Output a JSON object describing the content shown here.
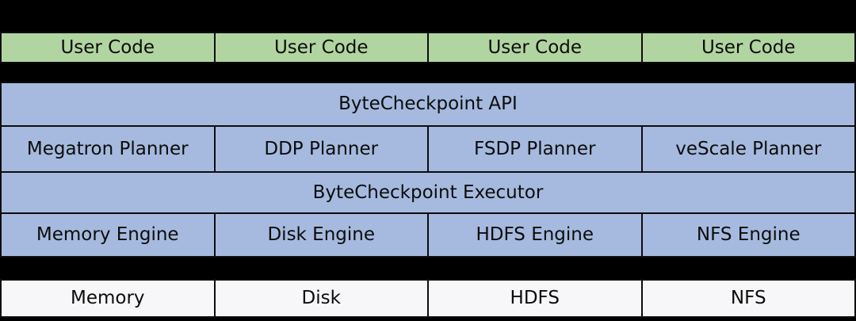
{
  "colors": {
    "background": "#000000",
    "user_layer_fill": "#b1d5a0",
    "core_layer_fill": "#a5bade",
    "storage_layer_fill": "#f7f7f9",
    "cell_border": "#0d0d0d",
    "text": "#0c0c0c"
  },
  "layers": {
    "user_code": {
      "cells": [
        "User Code",
        "User Code",
        "User Code",
        "User Code"
      ]
    },
    "api": {
      "label": "ByteCheckpoint API"
    },
    "planners": {
      "cells": [
        "Megatron Planner",
        "DDP Planner",
        "FSDP Planner",
        "veScale Planner"
      ]
    },
    "executor": {
      "label": "ByteCheckpoint Executor"
    },
    "engines": {
      "cells": [
        "Memory Engine",
        "Disk Engine",
        "HDFS Engine",
        "NFS Engine"
      ]
    },
    "storage": {
      "cells": [
        "Memory",
        "Disk",
        "HDFS",
        "NFS"
      ]
    }
  }
}
